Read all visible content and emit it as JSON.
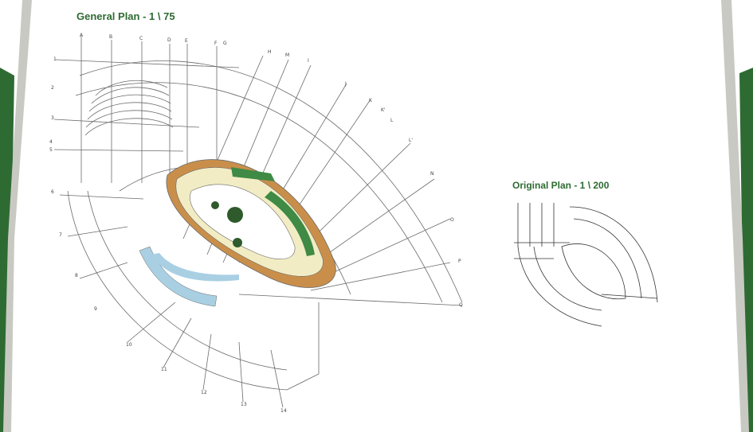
{
  "general_plan": {
    "title": "General Plan - 1 \\ 75",
    "grid_letters": [
      "A",
      "B",
      "C",
      "D",
      "E",
      "F",
      "G",
      "H",
      "M",
      "I",
      "J",
      "K",
      "K'",
      "L",
      "L'",
      "N",
      "O",
      "P",
      "Q"
    ],
    "grid_numbers": [
      "1",
      "2",
      "3",
      "4",
      "5",
      "6",
      "7",
      "8",
      "9",
      "10",
      "11",
      "12",
      "13",
      "14"
    ]
  },
  "original_plan": {
    "title": "Original Plan - 1 \\ 200"
  },
  "colors": {
    "brand_green": "#2e6b32",
    "frame_gray": "#bdbdb8",
    "line": "#6a6a6a",
    "accent_wood": "#c98f4a",
    "accent_cream": "#f2ecc4",
    "accent_blue": "#a9cfe3",
    "accent_green": "#3f8a45"
  }
}
